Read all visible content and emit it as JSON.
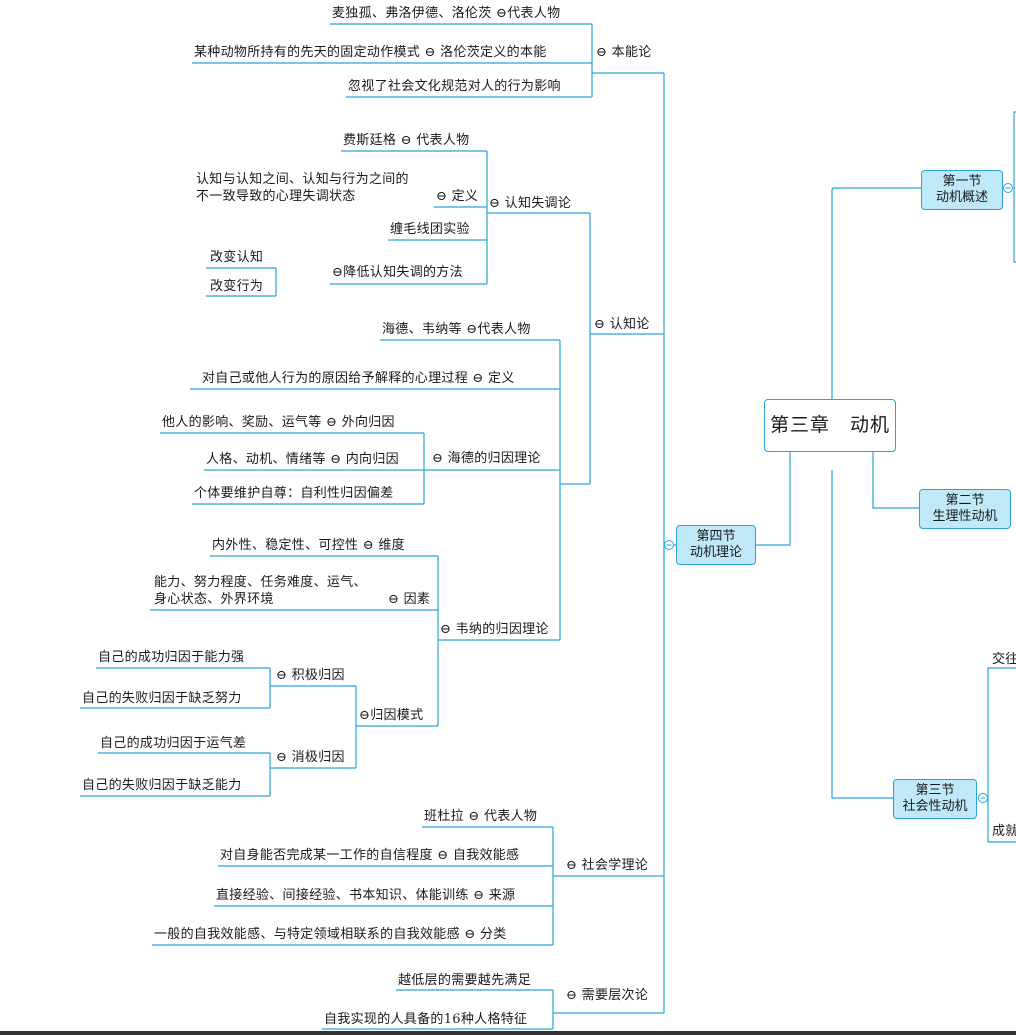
{
  "root": {
    "title": "第三章　动机"
  },
  "sections": {
    "s1": [
      "第一节",
      "动机概述"
    ],
    "s2": [
      "第二节",
      "生理性动机"
    ],
    "s3": [
      "第三节",
      "社会性动机"
    ],
    "s4": [
      "第四节",
      "动机理论"
    ],
    "s3_items": [
      "交往",
      "成就"
    ]
  },
  "instinct": {
    "title": "本能论",
    "rep": "麦独孤、弗洛伊德、洛伦茨 ⊖代表人物",
    "def": "某种动物所持有的先天的固定动作模式 ⊖ 洛伦茨定义的本能",
    "critique": "忽视了社会文化规范对人的行为影响"
  },
  "cognitive": {
    "title": "认知论",
    "dissonance": {
      "title": "认知失调论",
      "rep": "费斯廷格 ⊖ 代表人物",
      "def_lines": [
        "认知与认知之间、认知与行为之间的",
        "不一致导致的心理失调状态"
      ],
      "def_label": "⊖ 定义",
      "experiment": "缠毛线团实验",
      "reduce_label": "⊖降低认知失调的方法",
      "reduce_items": [
        "改变认知",
        "改变行为"
      ]
    },
    "rep": "海德、韦纳等 ⊖代表人物",
    "def": "对自己或他人行为的原因给予解释的心理过程 ⊖ 定义",
    "heider": {
      "title": "⊖ 海德的归因理论",
      "external": "他人的影响、奖励、运气等 ⊖ 外向归因",
      "internal": "人格、动机、情绪等 ⊖ 内向归因",
      "bias": "个体要维护自尊：自利性归因偏差"
    },
    "weiner": {
      "title": "⊖ 韦纳的归因理论",
      "dimension": "内外性、稳定性、可控性 ⊖ 维度",
      "factor_lines": [
        "能力、努力程度、任务难度、运气、",
        "身心状态、外界环境"
      ],
      "factor_label": "⊖ 因素",
      "mode": "⊖归因模式",
      "positive": "⊖ 积极归因",
      "pos_items": [
        "自己的成功归因于能力强",
        "自己的失败归因于缺乏努力"
      ],
      "negative": "⊖ 消极归因",
      "neg_items": [
        "自己的成功归因于运气差",
        "自己的失败归因于缺乏能力"
      ]
    }
  },
  "social": {
    "title": "社会学理论",
    "rep": "班杜拉 ⊖ 代表人物",
    "efficacy": "对自身能否完成某一工作的自信程度 ⊖ 自我效能感",
    "source": "直接经验、间接经验、书本知识、体能训练 ⊖ 来源",
    "classify": "一般的自我效能感、与特定领域相联系的自我效能感 ⊖ 分类"
  },
  "needs": {
    "title": "需要层次论",
    "item1": "越低层的需要越先满足",
    "item2": "自我实现的人具备的16种人格特征"
  },
  "collapse_glyph": "⊖",
  "colors": {
    "line": "#29a3d8",
    "box_fill": "#bfe8f8"
  }
}
